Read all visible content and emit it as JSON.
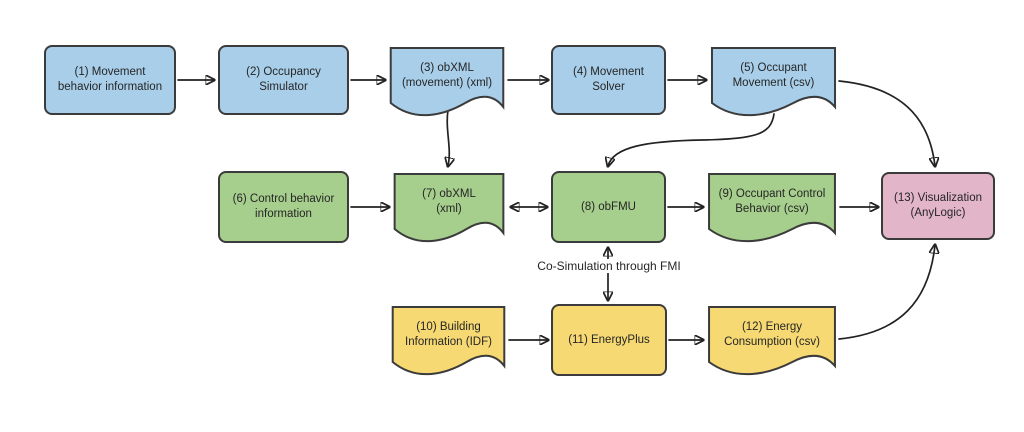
{
  "diagram": {
    "description": "Occupant behavior co-simulation workflow flowchart",
    "nodes": [
      {
        "id": "1",
        "label": "(1) Movement\nbehavior information",
        "shape": "rounded-rectangle",
        "fill": "#a8cee9"
      },
      {
        "id": "2",
        "label": "(2) Occupancy\nSimulator",
        "shape": "rounded-rectangle",
        "fill": "#a8cee9"
      },
      {
        "id": "3",
        "label": "(3) obXML\n(movement) (xml)",
        "shape": "document",
        "fill": "#a8cee9"
      },
      {
        "id": "4",
        "label": "(4) Movement\nSolver",
        "shape": "rounded-rectangle",
        "fill": "#a8cee9"
      },
      {
        "id": "5",
        "label": "(5) Occupant\nMovement (csv)",
        "shape": "document",
        "fill": "#a8cee9"
      },
      {
        "id": "6",
        "label": "(6) Control behavior\ninformation",
        "shape": "rounded-rectangle",
        "fill": "#a6ce8c"
      },
      {
        "id": "7",
        "label": "(7) obXML\n(xml)",
        "shape": "document",
        "fill": "#a6ce8c"
      },
      {
        "id": "8",
        "label": "(8) obFMU",
        "shape": "rounded-rectangle",
        "fill": "#a6ce8c"
      },
      {
        "id": "9",
        "label": "(9) Occupant Control\nBehavior (csv)",
        "shape": "document",
        "fill": "#a6ce8c"
      },
      {
        "id": "10",
        "label": "(10) Building\nInformation (IDF)",
        "shape": "document",
        "fill": "#f6d973"
      },
      {
        "id": "11",
        "label": "(11) EnergyPlus",
        "shape": "rounded-rectangle",
        "fill": "#f6d973"
      },
      {
        "id": "12",
        "label": "(12) Energy\nConsumption (csv)",
        "shape": "document",
        "fill": "#f6d973"
      },
      {
        "id": "13",
        "label": "(13) Visualization\n(AnyLogic)",
        "shape": "rounded-rectangle",
        "fill": "#e2b5c9"
      }
    ],
    "edges": [
      {
        "from": "1",
        "to": "2",
        "style": "arrow"
      },
      {
        "from": "2",
        "to": "3",
        "style": "arrow"
      },
      {
        "from": "3",
        "to": "4",
        "style": "arrow"
      },
      {
        "from": "4",
        "to": "5",
        "style": "arrow"
      },
      {
        "from": "3",
        "to": "7",
        "style": "arrow-curved"
      },
      {
        "from": "5",
        "to": "8",
        "style": "arrow-curved"
      },
      {
        "from": "5",
        "to": "13",
        "style": "arrow-curved"
      },
      {
        "from": "6",
        "to": "7",
        "style": "arrow"
      },
      {
        "from": "7",
        "to": "8",
        "style": "double-arrow"
      },
      {
        "from": "8",
        "to": "9",
        "style": "arrow"
      },
      {
        "from": "9",
        "to": "13",
        "style": "arrow"
      },
      {
        "from": "8",
        "to": "11",
        "style": "double-arrow",
        "label": "Co-Simulation through FMI"
      },
      {
        "from": "10",
        "to": "11",
        "style": "arrow"
      },
      {
        "from": "11",
        "to": "12",
        "style": "arrow"
      },
      {
        "from": "12",
        "to": "13",
        "style": "arrow-curved"
      }
    ],
    "edge_label": "Co-Simulation through FMI",
    "colors": {
      "process_blue": "#a8cee9",
      "behavior_green": "#a6ce8c",
      "energy_yellow": "#f6d973",
      "visualization_pink": "#e2b5c9",
      "node_border": "#3b3b3b",
      "arrow": "#222222",
      "text": "#262626",
      "background": "#ffffff"
    }
  }
}
